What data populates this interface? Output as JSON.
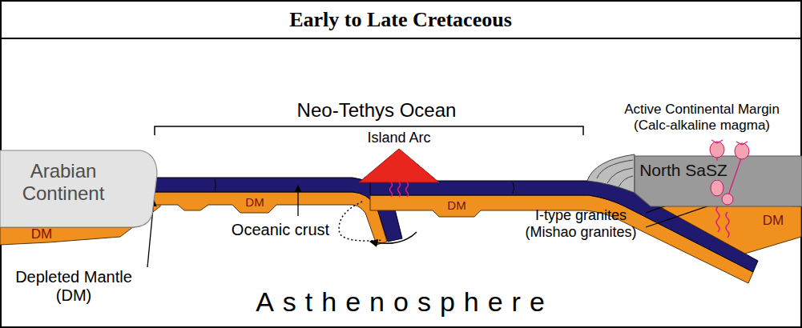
{
  "diagram": {
    "title": "Early to Late Cretaceous",
    "nodes": [
      {
        "text": [
          "Arabian Continent"
        ]
      },
      {
        "text": [
          "North SaSZ"
        ]
      }
    ],
    "labels": [
      "Neo-Tethys Ocean",
      "Active Continental Margin (Calc-alkaline magma)",
      "Island Arc",
      "DM",
      "DM",
      "DM",
      "DM",
      "Oceanic crust",
      "I-type granites (Mishao granites)",
      "Depleted Mantle (DM)",
      "Asthenosphere"
    ]
  }
}
